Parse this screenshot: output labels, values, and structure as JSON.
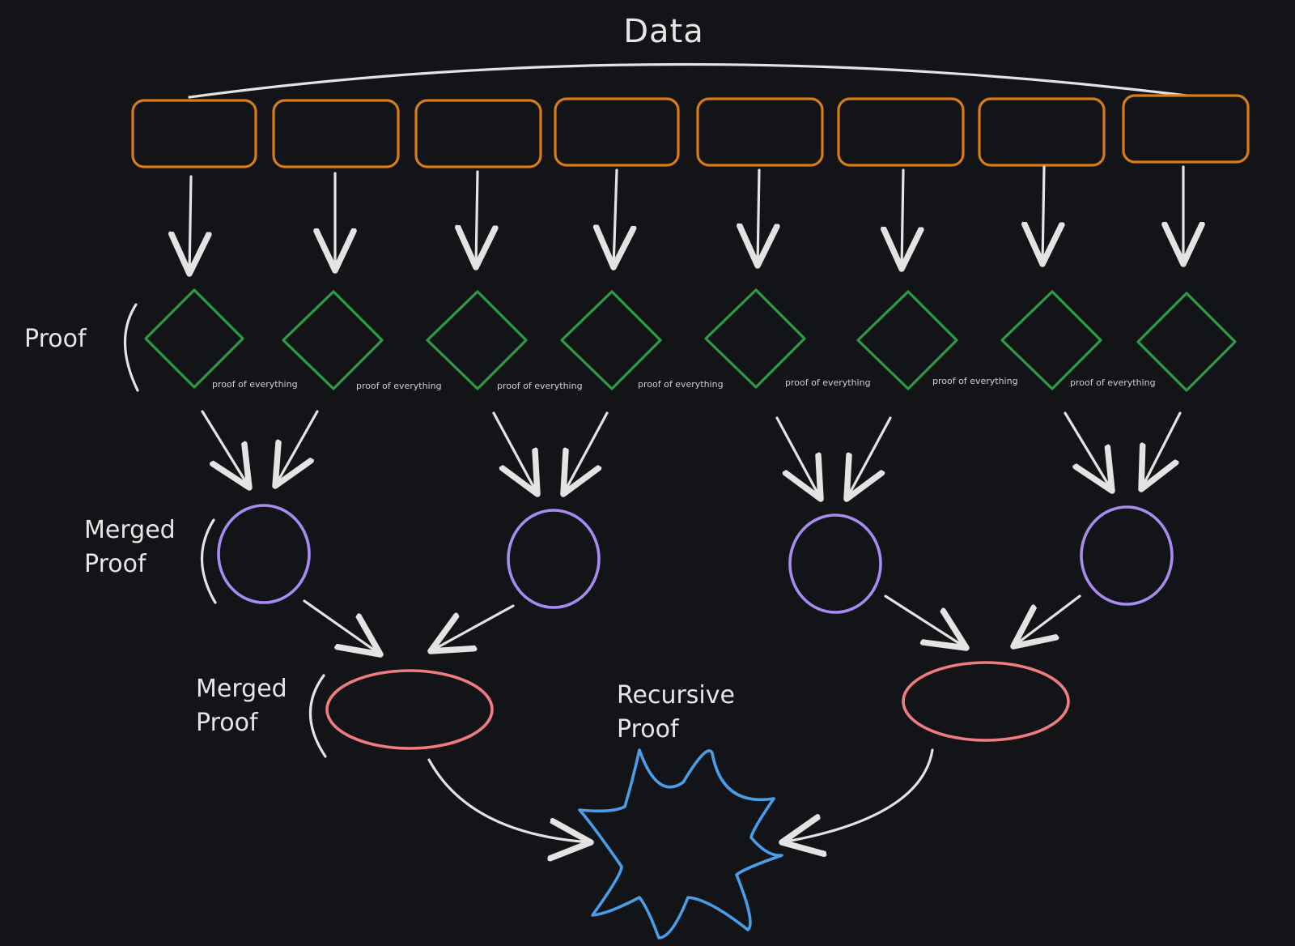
{
  "diagram": {
    "title": "Data",
    "labels": {
      "proof": "Proof",
      "merged_proof_1_line1": "Merged",
      "merged_proof_1_line2": "Proof",
      "merged_proof_2_line1": "Merged",
      "merged_proof_2_line2": "Proof",
      "recursive_line1": "Recursive",
      "recursive_line2": "Proof"
    },
    "proof_captions": [
      "proof of everything",
      "proof of everything",
      "proof of everything",
      "proof of everything",
      "proof of everything",
      "proof of everything",
      "proof of everything"
    ],
    "node_counts": {
      "data_blocks": 8,
      "proofs": 8,
      "merged_proofs_level1": 4,
      "merged_proofs_level2": 2,
      "recursive_proofs": 1
    },
    "colors": {
      "background": "#121418",
      "data_block": "#d97b16",
      "proof": "#2f9a45",
      "merged_level1": "#a98bf0",
      "merged_level2": "#f07c80",
      "recursive": "#4a9de8",
      "arrows": "#e3e3e3"
    }
  }
}
